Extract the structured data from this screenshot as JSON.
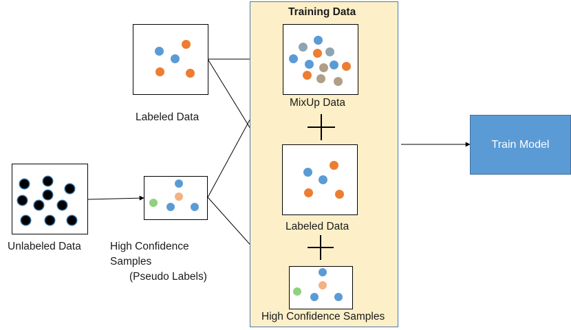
{
  "labels": {
    "training_data": "Training Data",
    "mixup_data": "MixUp Data",
    "labeled_data_panel": "Labeled Data",
    "high_conf_panel": "High Confidence Samples",
    "labeled_data_source": "Labeled Data",
    "unlabeled_data": "Unlabeled Data",
    "high_conf_source_line1": "High Confidence",
    "high_conf_source_line2": "Samples",
    "high_conf_source_line3": "(Pseudo Labels)",
    "train_model": "Train Model"
  },
  "colors": {
    "blue": "#5b9bd5",
    "orange": "#ed7d31",
    "gray_blue": "#8fa3b0",
    "tan": "#b09e88",
    "peach": "#f4b183",
    "green": "#8fd17f",
    "black_dot": "#000000",
    "black_dot_ring": "#2e6fa3",
    "panel_fill": "#fdf0c8",
    "panel_border": "#4a7ab0",
    "train_model_fill": "#5b9bd5"
  }
}
